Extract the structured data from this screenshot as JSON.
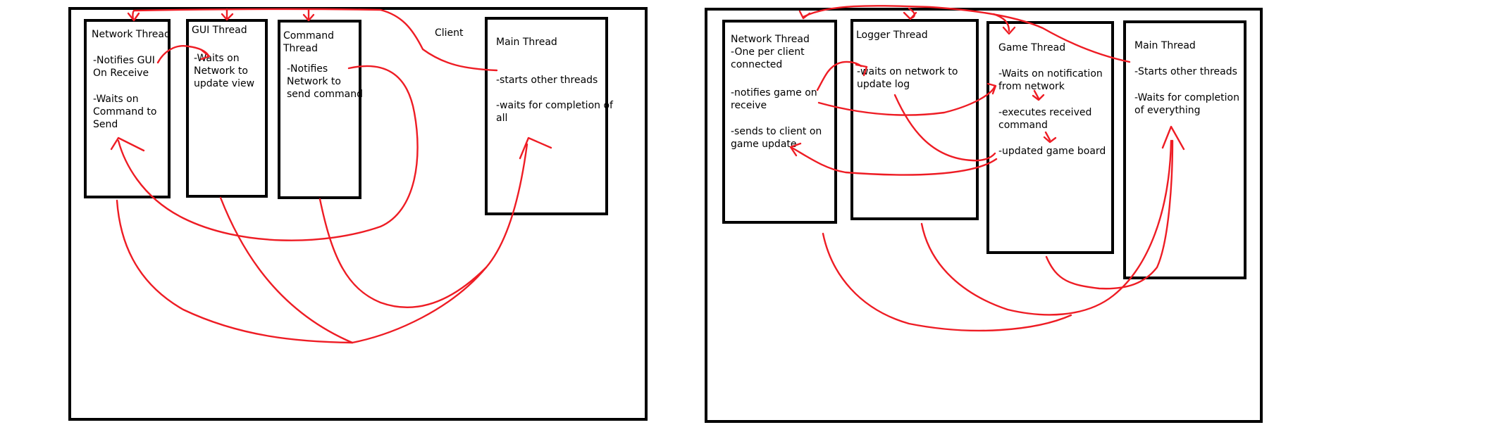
{
  "client": {
    "label": "Client",
    "network_thread": {
      "title": "Network Thread",
      "line1": "-Notifies GUI\nOn Receive",
      "line2": "-Waits on\nCommand to\nSend"
    },
    "gui_thread": {
      "title": "GUI Thread",
      "line1": "-Waits on\nNetwork to\nupdate view"
    },
    "command_thread": {
      "title": "Command\nThread",
      "line1": "-Notifies\nNetwork to\nsend command"
    },
    "main_thread": {
      "title": "Main Thread",
      "line1": "-starts other threads",
      "line2": "-waits for completion of\nall"
    }
  },
  "server": {
    "network_thread": {
      "title": "Network Thread",
      "line1": "-One per client\nconnected",
      "line2": "-notifies game on\nreceive",
      "line3": "-sends to client on\ngame update"
    },
    "logger_thread": {
      "title": "Logger Thread",
      "line1": "-waits on network to\nupdate log"
    },
    "game_thread": {
      "title": "Game Thread",
      "line1": "-Waits on notification\nfrom network",
      "line2": "-executes received\ncommand",
      "line3": "-updated game board"
    },
    "main_thread": {
      "title": "Main Thread",
      "line1": "-Starts other threads",
      "line2": "-Waits for completion\nof everything"
    }
  },
  "colors": {
    "arrow": "#ee1c24",
    "border": "#000000",
    "background": "#ffffff"
  }
}
